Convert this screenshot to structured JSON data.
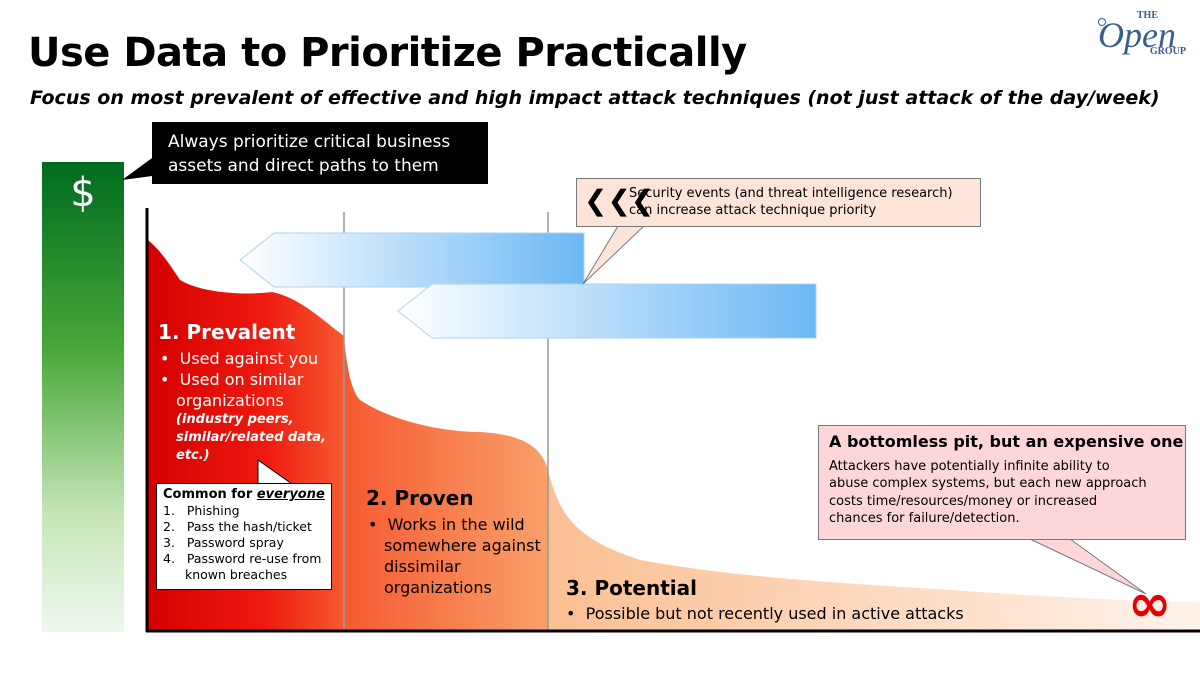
{
  "slide": {
    "title": "Use Data to Prioritize Practically",
    "subtitle": "Focus on most prevalent of effective and high impact attack techniques (not just attack of the day/week)"
  },
  "logo": {
    "line1": "THE",
    "line2": "Open",
    "line3": "GROUP"
  },
  "cost_bar": {
    "symbol": "$"
  },
  "callout_top": {
    "line1": "Always prioritize critical business",
    "line2": "assets and direct paths to them"
  },
  "events_callout": {
    "icon": "chevrons-left-icon",
    "line1": "Security events (and threat intelligence research)",
    "line2": "can increase attack technique priority"
  },
  "zones": {
    "prevalent": {
      "heading": "1. Prevalent",
      "bullets": [
        "Used against you",
        "Used on similar",
        "organizations"
      ],
      "note": [
        "(industry peers,",
        "similar/related data,",
        "etc.)"
      ]
    },
    "proven": {
      "heading": "2. Proven",
      "bullets": [
        "Works in the wild",
        "somewhere against",
        "dissimilar",
        "organizations"
      ]
    },
    "potential": {
      "heading": "3. Potential",
      "bullet": "Possible but not recently used in active attacks"
    }
  },
  "common_box": {
    "prefix": "Common for ",
    "emph": "everyone",
    "items": [
      "Phishing",
      "Pass the hash/ticket",
      "Password spray",
      "Password re-use from",
      "known breaches"
    ]
  },
  "pit_callout": {
    "title": "A bottomless pit, but an expensive one",
    "lines": [
      "Attackers have potentially infinite ability to",
      "abuse complex systems, but each new approach",
      "costs time/resources/money or increased",
      "chances for failure/detection."
    ]
  },
  "infinity": {
    "symbol": "∞",
    "icon": "infinity-icon"
  },
  "colors": {
    "cost_bar_top": "#006b1f",
    "zone_prevalent": "#e00000",
    "zone_proven": "#f47a30",
    "zone_potential": "#fde2cf",
    "arrow": "#79bff5",
    "callout_events": "#fde4d8",
    "callout_pit": "#fcd6d9",
    "infinity": "#e60000"
  }
}
